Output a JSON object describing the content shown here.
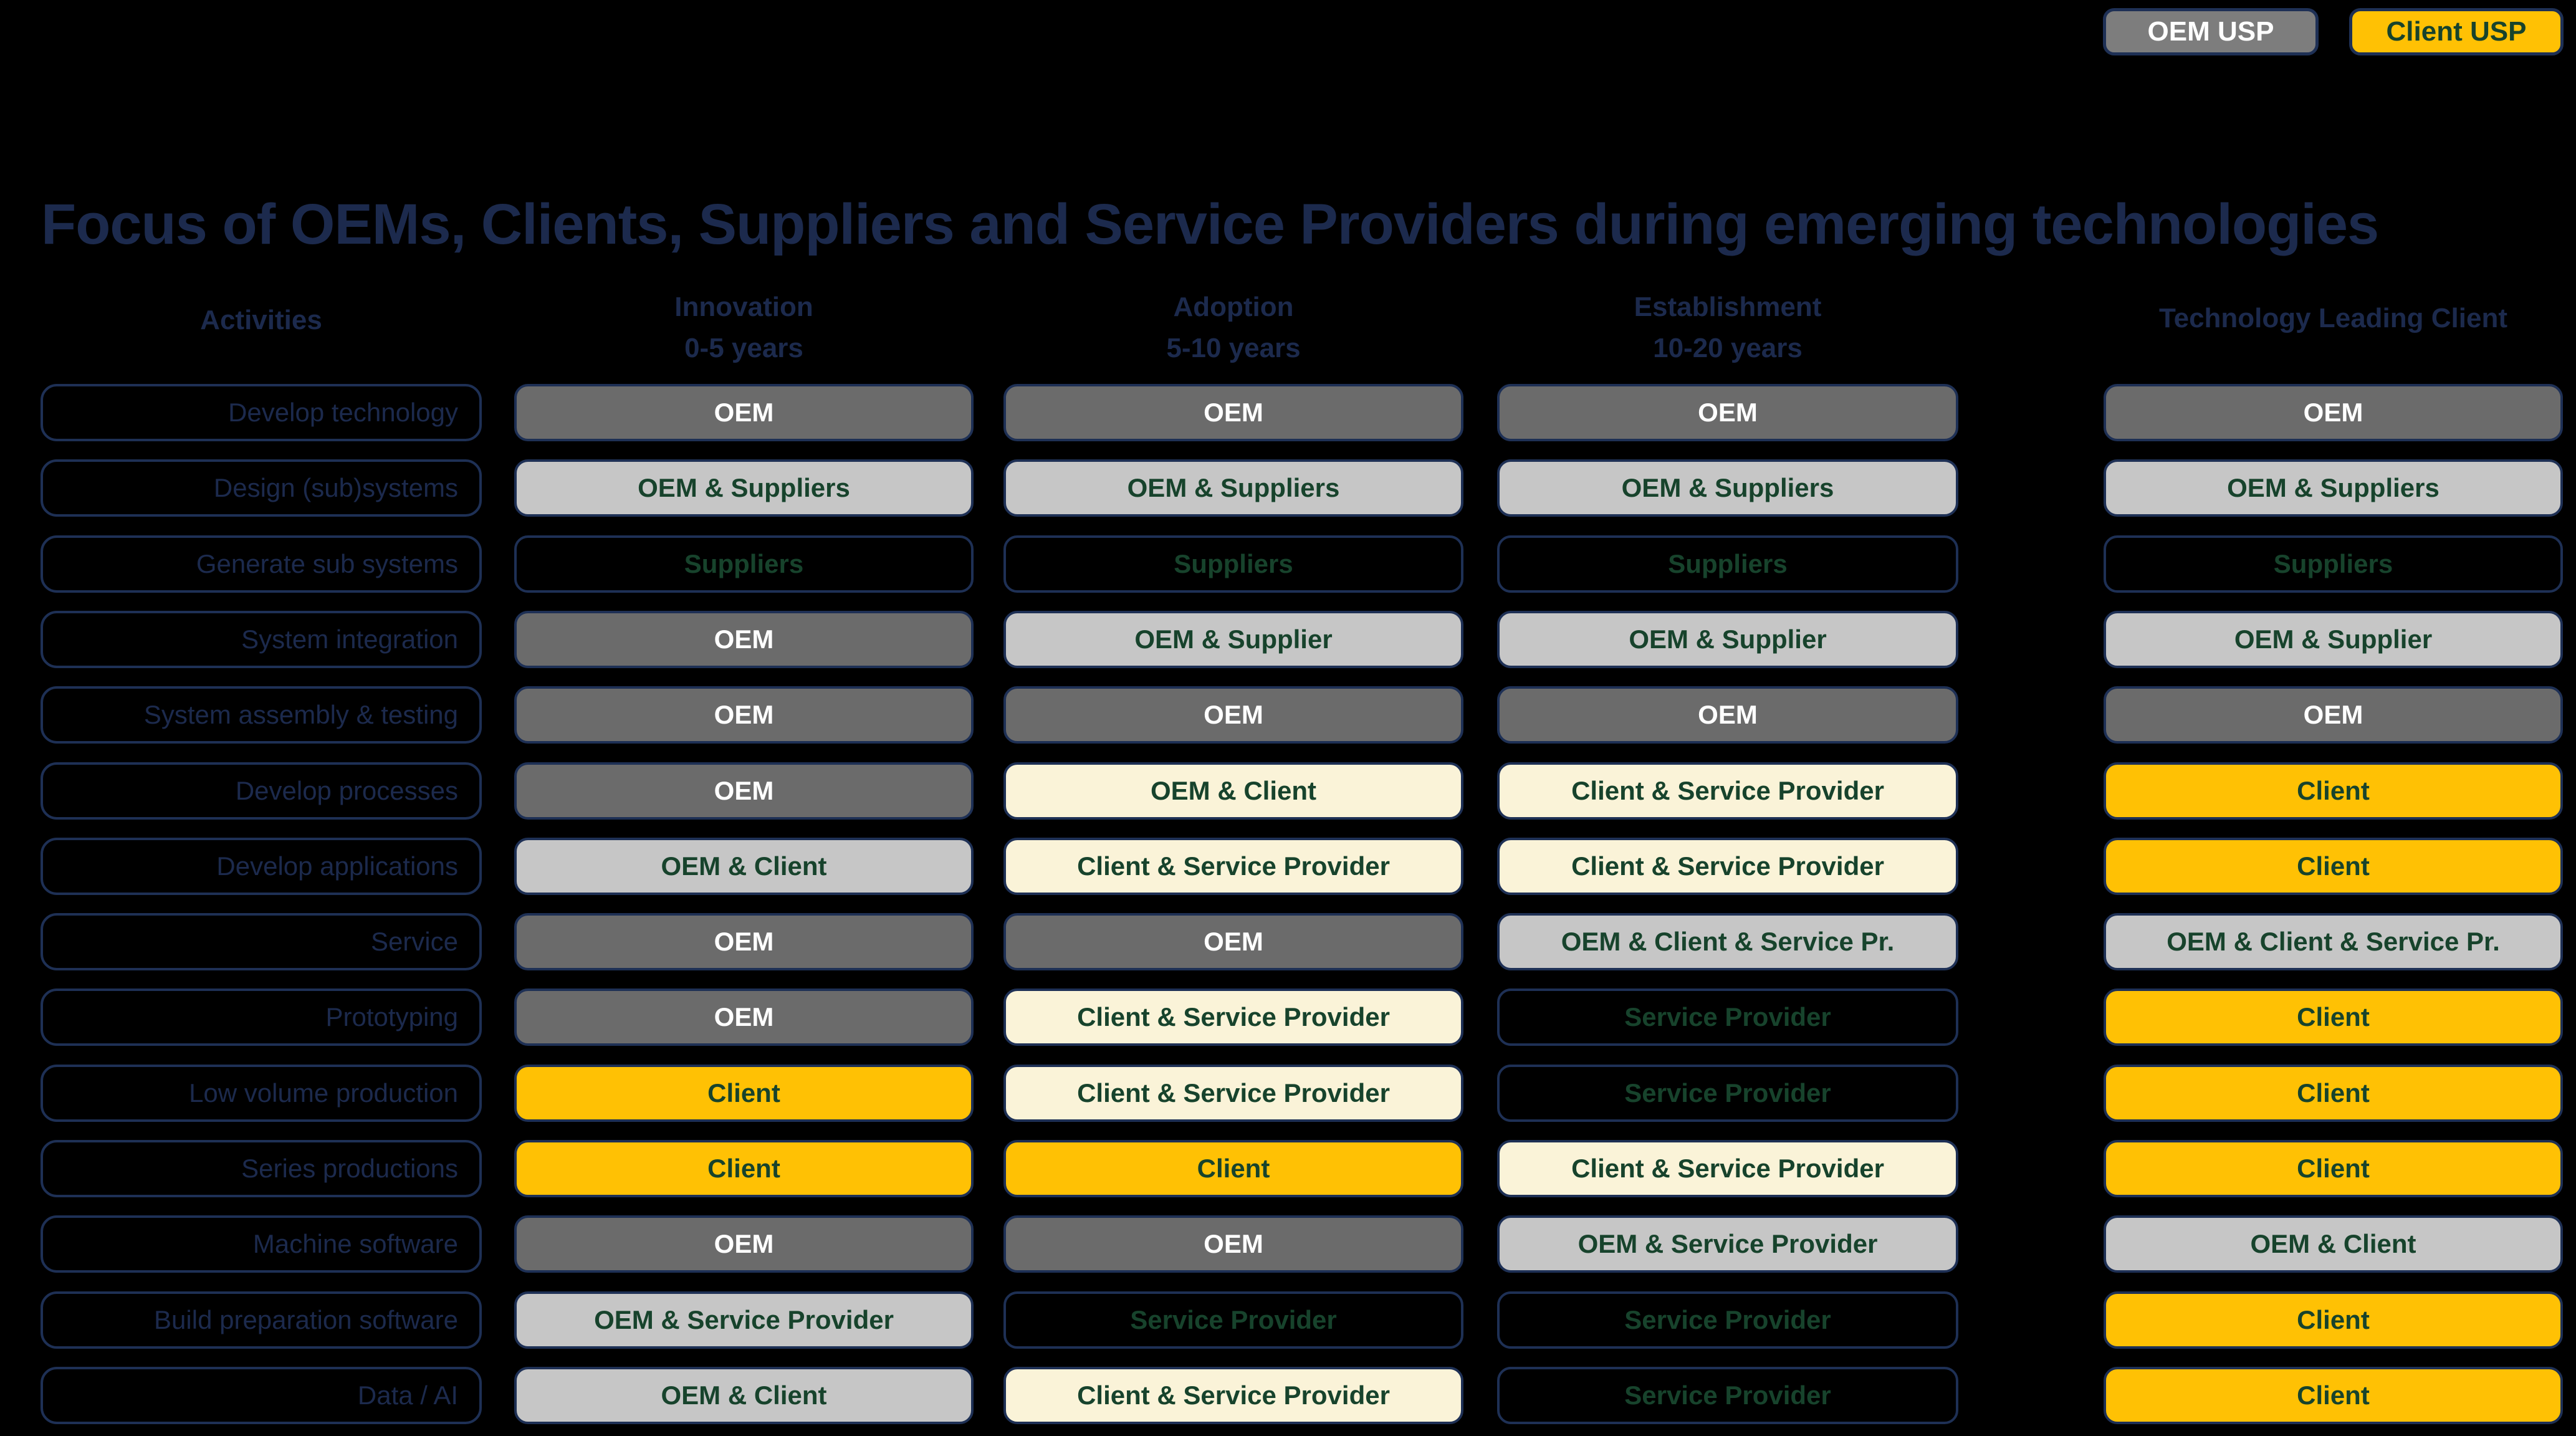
{
  "page": {
    "background": "#000000",
    "title": "Focus of OEMs, Clients, Suppliers and Service Providers during emerging technologies"
  },
  "legend": [
    {
      "label": "OEM USP",
      "style": "dark-gray",
      "bg": "#7d7d7d",
      "text_color": "#ffffff"
    },
    {
      "label": "Client USP",
      "style": "gold",
      "bg": "#ffc104",
      "text_color": "#17432c"
    }
  ],
  "colors": {
    "navy_text": "#1c2a4d",
    "navy_border": "#1e3055",
    "green_text": "#17432c",
    "oem_dark_gray": "#6b6b6b",
    "shared_light_gray": "#c6c6c6",
    "cream": "#faf3d8",
    "client_gold": "#ffc104"
  },
  "table": {
    "activities_header": "Activities",
    "columns": [
      {
        "label": "Innovation",
        "sublabel": "0-5 years"
      },
      {
        "label": "Adoption",
        "sublabel": "5-10 years"
      },
      {
        "label": "Establishment",
        "sublabel": "10-20 years"
      },
      {
        "label": "Technology Leading Client",
        "sublabel": ""
      }
    ],
    "rows": [
      {
        "activity": "Develop technology",
        "cells": [
          {
            "text": "OEM",
            "style": "dark-gray"
          },
          {
            "text": "OEM",
            "style": "dark-gray"
          },
          {
            "text": "OEM",
            "style": "dark-gray"
          },
          {
            "text": "OEM",
            "style": "dark-gray"
          }
        ]
      },
      {
        "activity": "Design (sub)systems",
        "cells": [
          {
            "text": "OEM & Suppliers",
            "style": "light-gray"
          },
          {
            "text": "OEM & Suppliers",
            "style": "light-gray"
          },
          {
            "text": "OEM & Suppliers",
            "style": "light-gray"
          },
          {
            "text": "OEM & Suppliers",
            "style": "light-gray"
          }
        ]
      },
      {
        "activity": "Generate sub systems",
        "cells": [
          {
            "text": "Suppliers",
            "style": "outline"
          },
          {
            "text": "Suppliers",
            "style": "outline"
          },
          {
            "text": "Suppliers",
            "style": "outline"
          },
          {
            "text": "Suppliers",
            "style": "outline"
          }
        ]
      },
      {
        "activity": "System integration",
        "cells": [
          {
            "text": "OEM",
            "style": "dark-gray"
          },
          {
            "text": "OEM & Supplier",
            "style": "light-gray"
          },
          {
            "text": "OEM & Supplier",
            "style": "light-gray"
          },
          {
            "text": "OEM & Supplier",
            "style": "light-gray"
          }
        ]
      },
      {
        "activity": "System assembly & testing",
        "cells": [
          {
            "text": "OEM",
            "style": "dark-gray"
          },
          {
            "text": "OEM",
            "style": "dark-gray"
          },
          {
            "text": "OEM",
            "style": "dark-gray"
          },
          {
            "text": "OEM",
            "style": "dark-gray"
          }
        ]
      },
      {
        "activity": "Develop processes",
        "cells": [
          {
            "text": "OEM",
            "style": "dark-gray"
          },
          {
            "text": "OEM & Client",
            "style": "cream"
          },
          {
            "text": "Client & Service Provider",
            "style": "cream"
          },
          {
            "text": "Client",
            "style": "gold"
          }
        ]
      },
      {
        "activity": "Develop applications",
        "cells": [
          {
            "text": "OEM & Client",
            "style": "light-gray"
          },
          {
            "text": "Client & Service Provider",
            "style": "cream"
          },
          {
            "text": "Client & Service Provider",
            "style": "cream"
          },
          {
            "text": "Client",
            "style": "gold"
          }
        ]
      },
      {
        "activity": "Service",
        "cells": [
          {
            "text": "OEM",
            "style": "dark-gray"
          },
          {
            "text": "OEM",
            "style": "dark-gray"
          },
          {
            "text": "OEM & Client & Service Pr.",
            "style": "light-gray"
          },
          {
            "text": "OEM & Client & Service Pr.",
            "style": "light-gray"
          }
        ]
      },
      {
        "activity": "Prototyping",
        "cells": [
          {
            "text": "OEM",
            "style": "dark-gray"
          },
          {
            "text": "Client & Service Provider",
            "style": "cream"
          },
          {
            "text": "Service Provider",
            "style": "outline"
          },
          {
            "text": "Client",
            "style": "gold"
          }
        ]
      },
      {
        "activity": "Low volume production",
        "cells": [
          {
            "text": "Client",
            "style": "gold"
          },
          {
            "text": "Client & Service Provider",
            "style": "cream"
          },
          {
            "text": "Service Provider",
            "style": "outline"
          },
          {
            "text": "Client",
            "style": "gold"
          }
        ]
      },
      {
        "activity": "Series productions",
        "cells": [
          {
            "text": "Client",
            "style": "gold"
          },
          {
            "text": "Client",
            "style": "gold"
          },
          {
            "text": "Client & Service Provider",
            "style": "cream"
          },
          {
            "text": "Client",
            "style": "gold"
          }
        ]
      },
      {
        "activity": "Machine software",
        "cells": [
          {
            "text": "OEM",
            "style": "dark-gray"
          },
          {
            "text": "OEM",
            "style": "dark-gray"
          },
          {
            "text": "OEM & Service Provider",
            "style": "light-gray"
          },
          {
            "text": "OEM & Client",
            "style": "light-gray"
          }
        ]
      },
      {
        "activity": "Build preparation software",
        "cells": [
          {
            "text": "OEM & Service Provider",
            "style": "light-gray"
          },
          {
            "text": "Service Provider",
            "style": "outline"
          },
          {
            "text": "Service Provider",
            "style": "outline"
          },
          {
            "text": "Client",
            "style": "gold"
          }
        ]
      },
      {
        "activity": "Data / AI",
        "cells": [
          {
            "text": "OEM & Client",
            "style": "light-gray"
          },
          {
            "text": "Client & Service Provider",
            "style": "cream"
          },
          {
            "text": "Service Provider",
            "style": "outline"
          },
          {
            "text": "Client",
            "style": "gold"
          }
        ]
      }
    ]
  }
}
